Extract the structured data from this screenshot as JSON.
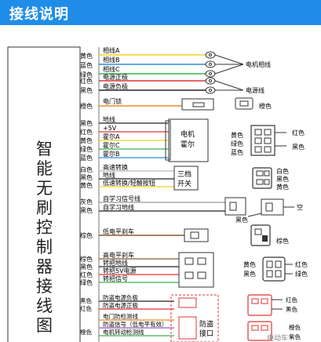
{
  "header": {
    "title": "接线说明"
  },
  "left_label": [
    "智",
    "能",
    "无",
    "刷",
    "控",
    "制",
    "器",
    "接",
    "线",
    "图"
  ],
  "sections": {
    "motor": {
      "left": [
        "黄色",
        "蓝色",
        "绿色"
      ],
      "right": [
        "相线A",
        "相线B",
        "相线C"
      ],
      "dest": "电机相线"
    },
    "power": {
      "left": [
        "红色",
        "黑色"
      ],
      "right": [
        "电源正极",
        "电源负极"
      ],
      "dest": "电源线"
    },
    "lock": {
      "left": [
        "橙色"
      ],
      "right": [
        "电门锁"
      ],
      "dest": "橙色"
    },
    "hall": {
      "left": [
        "黑色",
        "红色",
        "黄色",
        "绿色",
        "蓝色"
      ],
      "right": [
        "地线",
        "+5V",
        "霍尔A",
        "霍尔C",
        "霍尔B"
      ],
      "box": [
        "电机",
        "霍尔"
      ],
      "conn_left": [
        "黄色",
        "绿色",
        "蓝色"
      ],
      "conn_right": [
        "红色",
        "黑色"
      ]
    },
    "speed": {
      "left": [
        "白色",
        "黑色",
        "黄色"
      ],
      "right": [
        "高速转换",
        "地线",
        "低速转换/轻触按钮"
      ],
      "box": [
        "三档",
        "开关"
      ],
      "conn_right": [
        "白色",
        "黑色",
        "黄色"
      ]
    },
    "learn": {
      "left": [
        "灰色",
        "黑色"
      ],
      "right": [
        "自学习信号线",
        "自学习地线"
      ],
      "conn_label": "黑色",
      "side": "空"
    },
    "brake": {
      "left": [
        "棕色"
      ],
      "right": [
        "低电平刹车"
      ],
      "conn_label": "棕色"
    },
    "throttle": {
      "left": [
        "棕色",
        "黑色",
        "红色",
        "绿色"
      ],
      "right": [
        "高电平刹车",
        "转把地线",
        "转把5V电源",
        "转把信号"
      ],
      "conn_left": [
        "黄色",
        "黑色"
      ],
      "conn_right": [
        "红色",
        "绿色"
      ]
    },
    "antitheft": {
      "left": [
        "黑色",
        "红色",
        "橙色"
      ],
      "right": [
        "防盗电源负极",
        "防盗电源正极",
        "电门防检测线",
        "防盗信号（低电平有效）",
        "电机转动检测线"
      ],
      "box": [
        "防盗",
        "接口"
      ],
      "conn_right": [
        "红色",
        "黑色",
        "橙色",
        "紫色"
      ],
      "watermark": "电动车"
    }
  }
}
